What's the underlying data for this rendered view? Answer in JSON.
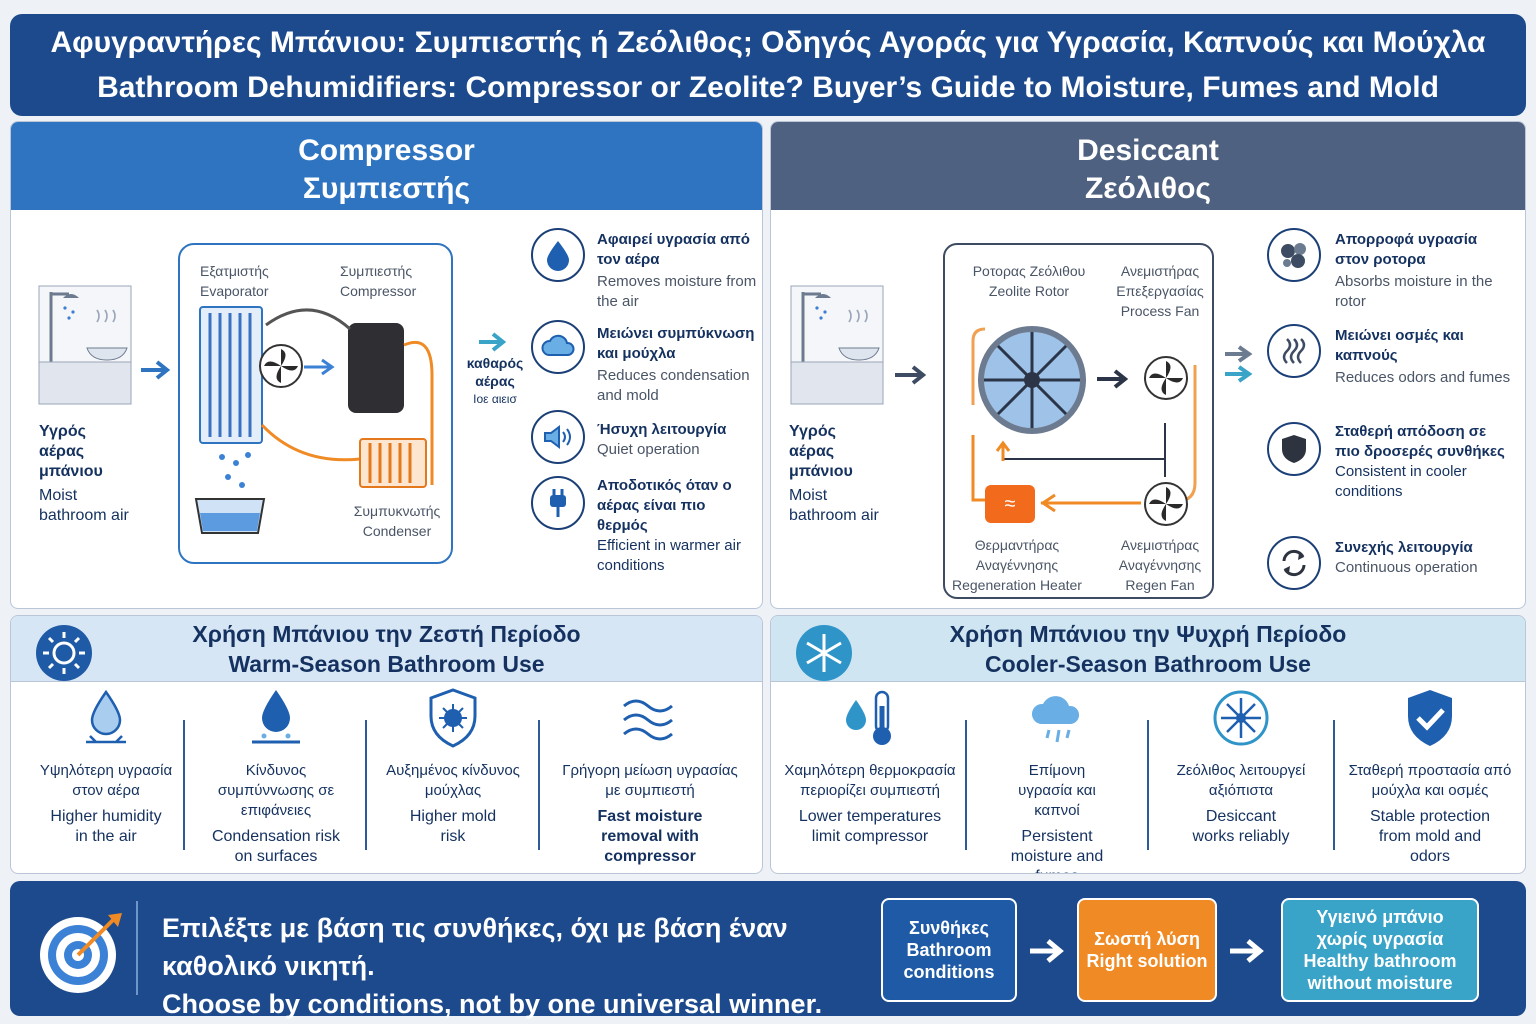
{
  "title": {
    "greek": "Αφυγραντήρες Μπάνιου: Συμπιεστής ή Ζεόλιθος; Οδηγός Αγοράς για Υγρασία, Καπνούς και Μούχλα",
    "english": "Bathroom Dehumidifiers: Compressor or Zeolite? Buyer’s Guide to Moisture, Fumes and Mold"
  },
  "compressor": {
    "title_en": "Compressor",
    "title_gr": "Συμπιεστής",
    "moist_gr": "Υγρός αέρας μπάνιου",
    "moist_en": "Moist bathroom air",
    "evap_gr": "Εξατμιστής",
    "evap_en": "Evaporator",
    "comp_gr": "Συμπιεστής",
    "comp_en": "Compressor",
    "cond_gr": "Συμπυκνωτής",
    "cond_en": "Condenser",
    "clean_gr": "καθαρός αέρας",
    "clean_en": "Ιοε αιεισ",
    "benefits": [
      {
        "icon": "water-drop-icon",
        "gr": "Αφαιρεί υγρασία από τον αέρα",
        "en": "Removes moisture from the air"
      },
      {
        "icon": "cloud-icon",
        "gr": "Μειώνει συμπύκνωση και μούχλα",
        "en": "Reduces condensation and mold"
      },
      {
        "icon": "speaker-icon",
        "gr": "Ήσυχη λειτουργία",
        "en": "Quiet operation"
      },
      {
        "icon": "plug-icon",
        "gr": "Αποδοτικός όταν ο αέρας είναι πιο θερμός",
        "en": "Efficient in warmer air conditions"
      }
    ]
  },
  "desiccant": {
    "title_en": "Desiccant",
    "title_gr": "Ζεόλιθος",
    "moist_gr": "Υγρός αέρας μπάνιου",
    "moist_en": "Moist bathroom air",
    "rotor_gr": "Ρoτορας Ζεόλιθου",
    "rotor_en": "Zeolite Rotor",
    "pfan_gr": "Ανεμιστήρας Επεξεργασίας",
    "pfan_en": "Process Fan",
    "heater_gr": "Θερμαντήρας Αναγέννησης",
    "heater_en": "Regeneration Heater",
    "rfan_gr": "Ανεμιστήρας Αναγέννησης",
    "rfan_en": "Regen Fan",
    "benefits": [
      {
        "icon": "rotor-icon",
        "gr": "Απορροφά υγρασία στον ρoτορα",
        "en": "Absorbs moisture in the rotor"
      },
      {
        "icon": "steam-icon",
        "gr": "Μειώνει οσμές και καπνούς",
        "en": "Reduces odors and fumes"
      },
      {
        "icon": "shield-icon",
        "gr": "Σταθερή απόδοση σε πιο δροσερές συνθήκες",
        "en": "Consistent in cooler conditions"
      },
      {
        "icon": "cycle-icon",
        "gr": "Συνεχής λειτουργία",
        "en": "Continuous operation"
      }
    ]
  },
  "warm": {
    "title_gr": "Χρήση Μπάνιου την Ζεστή Περίοδο",
    "title_en": "Warm-Season Bathroom Use",
    "items": [
      {
        "icon": "humidity-drop-icon",
        "gr": "Υψηλότερη υγρασία στον αέρα",
        "en": "Higher humidity in the air"
      },
      {
        "icon": "condensation-drop-icon",
        "gr": "Κίνδυνος συμπύνvωσης σε επιφάνειες",
        "en": "Condensation risk on surfaces"
      },
      {
        "icon": "mold-shield-icon",
        "gr": "Αυξημένος κίνδυνος μούχλας",
        "en": "Higher mold risk"
      },
      {
        "icon": "airflow-icon",
        "gr": "Γρήγορη μείωση υγρασίας με συμπιεστή",
        "en": "Fast moisture removal with compressor"
      }
    ]
  },
  "cool": {
    "title_gr": "Χρήση Μπάνιου την Ψυχρή Περίοδο",
    "title_en": "Cooler-Season Bathroom Use",
    "items": [
      {
        "icon": "thermometer-icon",
        "gr": "Χαμηλότερη θερμοκρασία περιορίζει συμπιεστή",
        "en": "Lower temperatures limit compressor"
      },
      {
        "icon": "cloud-drops-icon",
        "gr": "Επίμονη υγρασία και καπνοί",
        "en": "Persistent moisture and fumes"
      },
      {
        "icon": "zeolite-icon",
        "gr": "Ζεόλιθος λειτουργεί αξιόπιστα",
        "en": "Desiccant works reliably"
      },
      {
        "icon": "check-shield-icon",
        "gr": "Σταθερή προστασία από μούχλα και οσμές",
        "en": "Stable protection from mold and odors"
      }
    ]
  },
  "footer": {
    "gr": "Επιλέξτε με βάση τις συνθήκες, όχι με βάση έναν καθολικό νικητή.",
    "en": "Choose by conditions, not by one universal winner.",
    "box1_gr": "Συνθήκες",
    "box1_en1": "Bathroom",
    "box1_en2": "conditions",
    "box2_gr": "Σωστή λύση",
    "box2_en": "Right solution",
    "box3_gr1": "Υγιεινό μπάνιο",
    "box3_gr2": "χωρίς υγρασία",
    "box3_en1": "Healthy bathroom",
    "box3_en2": "without moisture"
  },
  "colors": {
    "navy": "#1d4a8c",
    "compressor_header": "#2f74c0",
    "desiccant_header": "#4f6180",
    "orange": "#f08a24",
    "teal": "#3aa3c8"
  }
}
